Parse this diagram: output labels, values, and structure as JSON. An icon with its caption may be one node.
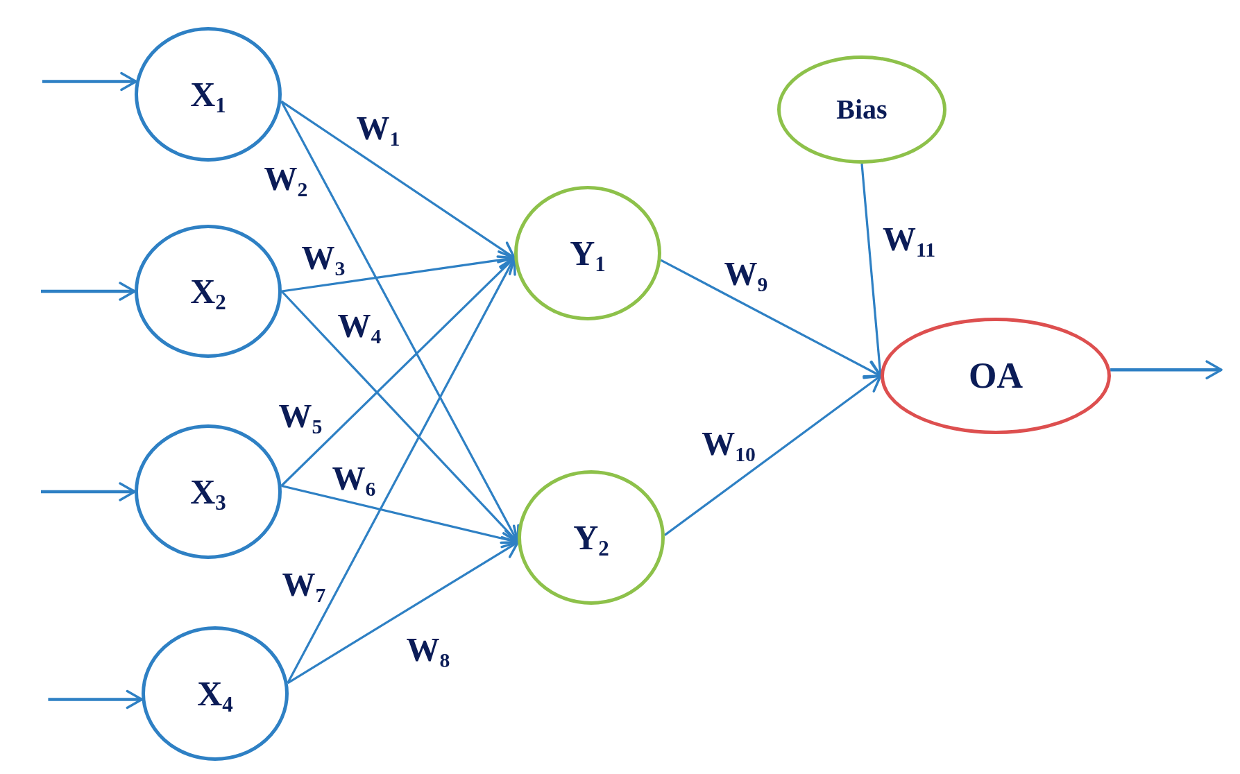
{
  "diagram": {
    "nodes": [
      {
        "text": [
          "X$_{1}$"
        ]
      },
      {
        "text": [
          "X$_{2}$"
        ]
      },
      {
        "text": [
          "X$_{3}$"
        ]
      },
      {
        "text": [
          "X$_{4}$"
        ]
      },
      {
        "text": [
          "Y$_{1}$"
        ]
      },
      {
        "text": [
          "Y$_{2}$"
        ]
      },
      {
        "text": [
          "Bias"
        ]
      },
      {
        "text": [
          "OA"
        ]
      }
    ],
    "edges": [
      {
        "from": null,
        "to": 0,
        "arrow": "to"
      },
      {
        "from": null,
        "to": 1,
        "arrow": "to"
      },
      {
        "from": null,
        "to": 2,
        "arrow": "to"
      },
      {
        "from": null,
        "to": 3,
        "arrow": "to"
      },
      {
        "from": 0,
        "to": 4,
        "arrow": "to",
        "label": "W$_{1}$"
      },
      {
        "from": 0,
        "to": 5,
        "arrow": "to",
        "label": "W$_{2}$"
      },
      {
        "from": 1,
        "to": 4,
        "arrow": "to",
        "label": "W$_{3}$"
      },
      {
        "from": 1,
        "to": 5,
        "arrow": "to",
        "label": "W$_{4}$"
      },
      {
        "from": 2,
        "to": 4,
        "arrow": "to",
        "label": "W$_{5}$"
      },
      {
        "from": 2,
        "to": 5,
        "arrow": "to",
        "label": "W$_{6}$"
      },
      {
        "from": 3,
        "to": 4,
        "arrow": "to",
        "label": "W$_{7}$"
      },
      {
        "from": 3,
        "to": 5,
        "arrow": "to",
        "label": "W$_{8}$"
      },
      {
        "from": 4,
        "to": 7,
        "arrow": "to",
        "label": "W$_{9}$"
      },
      {
        "from": 5,
        "to": 7,
        "arrow": "to",
        "label": "W$_{10}$"
      },
      {
        "from": 6,
        "to": 7,
        "arrow": "to",
        "label": "W$_{11}$"
      },
      {
        "from": 7,
        "to": null,
        "arrow": "to"
      }
    ]
  }
}
